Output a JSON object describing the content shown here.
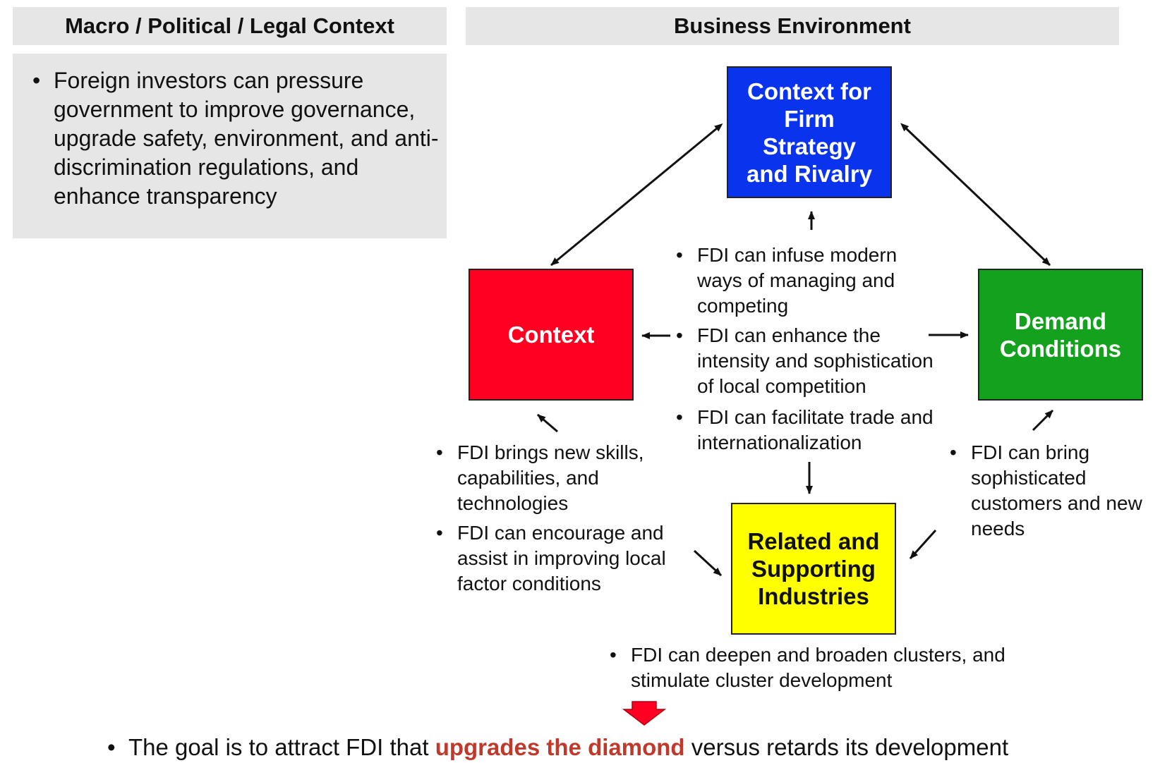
{
  "headers": {
    "macro": "Macro / Political / Legal Context",
    "business": "Business Environment"
  },
  "macro_panel": {
    "bullet": "Foreign investors can pressure government to improve governance, upgrade safety, environment, and anti-discrimination regulations, and enhance transparency"
  },
  "boxes": {
    "strategy": "Context for\nFirm\nStrategy\nand Rivalry",
    "context": "Context",
    "demand": "Demand\nConditions",
    "related": "Related and\nSupporting\nIndustries"
  },
  "center_bullets": [
    "FDI can infuse modern ways of managing and competing",
    "FDI can enhance the intensity and sophistication of local competition",
    "FDI can facilitate trade and internationalization"
  ],
  "left_bullets": [
    "FDI brings new skills, capabilities, and technologies",
    "FDI can encourage and assist in improving local factor conditions"
  ],
  "right_bullet": "FDI can bring sophisticated customers and new needs",
  "bottom_bullet": "FDI can deepen and broaden clusters, and stimulate cluster development",
  "goal": {
    "prefix": "The goal is to attract FDI that ",
    "highlight": "upgrades the diamond",
    "suffix": " versus retards its development"
  },
  "colors": {
    "strategy": "#0a33ee",
    "context": "#ff0022",
    "demand": "#14a11e",
    "related": "#ffff00",
    "header_bg": "#e6e6e6",
    "highlight": "#c0392b",
    "down_arrow": "#ff0022"
  }
}
